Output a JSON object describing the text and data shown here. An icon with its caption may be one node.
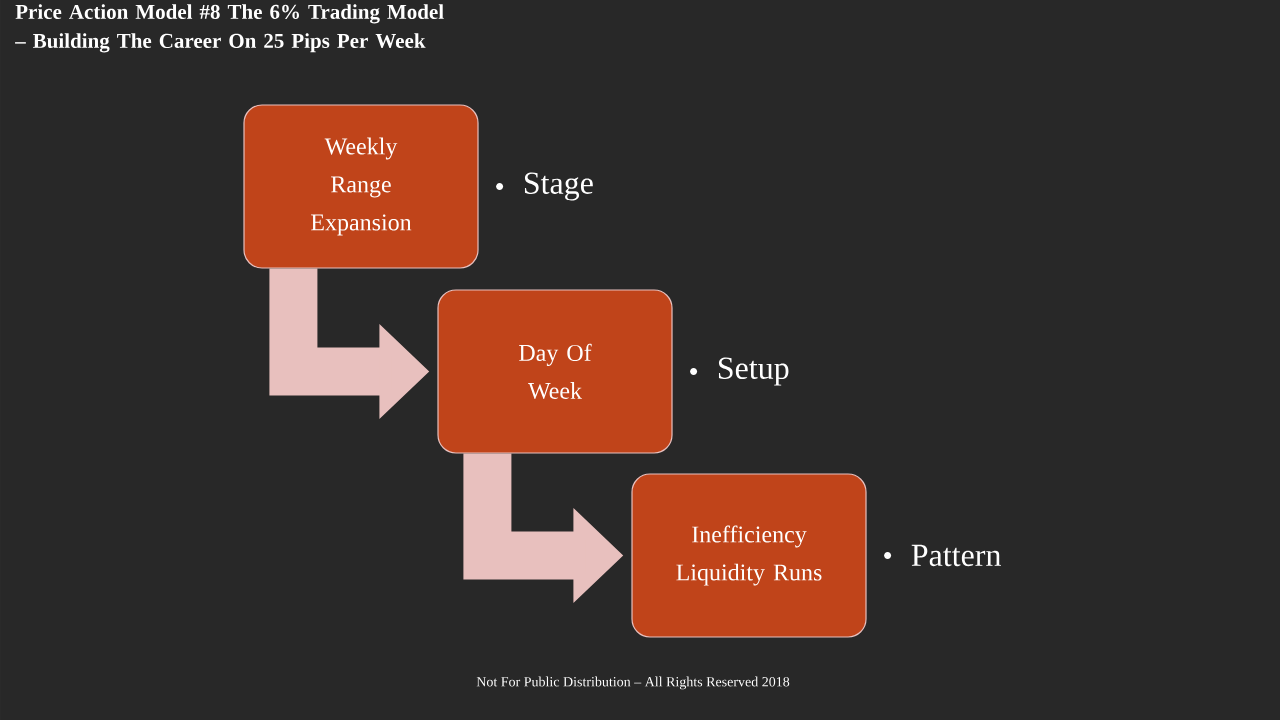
{
  "diagram": {
    "title": "Price Action Model #8 The 6% Trading Model – Building The Career On 25 Pips Per Week",
    "nodes": [
      {
        "text": [
          "Weekly Range Expansion"
        ],
        "beside": [
          "Stage"
        ]
      },
      {
        "text": [
          "Day Of Week"
        ],
        "beside": [
          "Setup"
        ]
      },
      {
        "text": [
          "Inefficiency Liquidity Runs"
        ],
        "beside": [
          "Pattern"
        ]
      }
    ],
    "edges": [
      {
        "from": 0,
        "to": 1,
        "arrow": "to"
      },
      {
        "from": 1,
        "to": 2,
        "arrow": "to"
      }
    ],
    "labels": [
      "Not For Public Distribution – All Rights Reserved 2018"
    ]
  }
}
